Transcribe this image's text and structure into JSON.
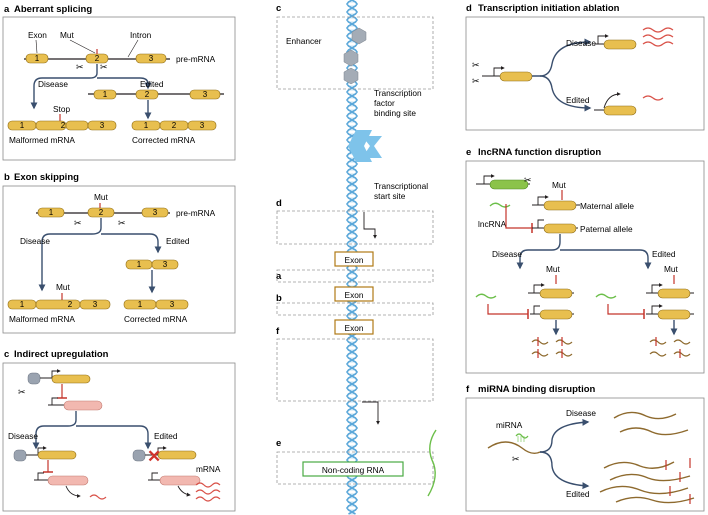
{
  "colors": {
    "exon": "#e8bf4f",
    "exon_stroke": "#8d6a15",
    "arrow": "#3a4f6e",
    "inhibit": "#c4342b",
    "pink": "#f2b8b0",
    "green": "#8bc34a",
    "gray_elem": "#9aa3b0",
    "tf_blue": "#7ec3ea",
    "helix": "#5aa7d9",
    "mirna": "#8e6a2e",
    "dash": "#9a9a9a",
    "exon_box": "#b07a16",
    "ncrna_box": "#4aaa43"
  },
  "panel_a": {
    "letter": "a",
    "title": "Aberrant splicing",
    "exon": "Exon",
    "mut": "Mut",
    "intron": "Intron",
    "pre_mrna": "pre-mRNA",
    "disease": "Disease",
    "edited": "Edited",
    "stop": "Stop",
    "malformed": "Malformed mRNA",
    "corrected": "Corrected mRNA",
    "n1": "1",
    "n2": "2",
    "n3": "3"
  },
  "panel_b": {
    "letter": "b",
    "title": "Exon skipping",
    "mut": "Mut",
    "pre_mrna": "pre-mRNA",
    "disease": "Disease",
    "edited": "Edited",
    "malformed": "Malformed mRNA",
    "corrected": "Corrected mRNA",
    "n1": "1",
    "n2": "2",
    "n3": "3"
  },
  "panel_c": {
    "letter": "c",
    "title": "Indirect upregulation",
    "disease": "Disease",
    "edited": "Edited",
    "mrna": "mRNA"
  },
  "center": {
    "c": "c",
    "d": "d",
    "a": "a",
    "b": "b",
    "f": "f",
    "e": "e",
    "enhancer": "Enhancer",
    "tf_site": "Transcription factor binding site",
    "tss": "Transcriptional start site",
    "exon": "Exon",
    "ncrna": "Non-coding RNA"
  },
  "panel_d": {
    "letter": "d",
    "title": "Transcription initiation ablation",
    "disease": "Disease",
    "edited": "Edited"
  },
  "panel_e": {
    "letter": "e",
    "title": "lncRNA function disruption",
    "mut": "Mut",
    "maternal": "Maternal allele",
    "paternal": "Paternal allele",
    "lncrna": "lncRNA",
    "disease": "Disease",
    "edited": "Edited"
  },
  "panel_f": {
    "letter": "f",
    "title": "miRNA binding disruption",
    "mirna": "miRNA",
    "disease": "Disease",
    "edited": "Edited"
  }
}
